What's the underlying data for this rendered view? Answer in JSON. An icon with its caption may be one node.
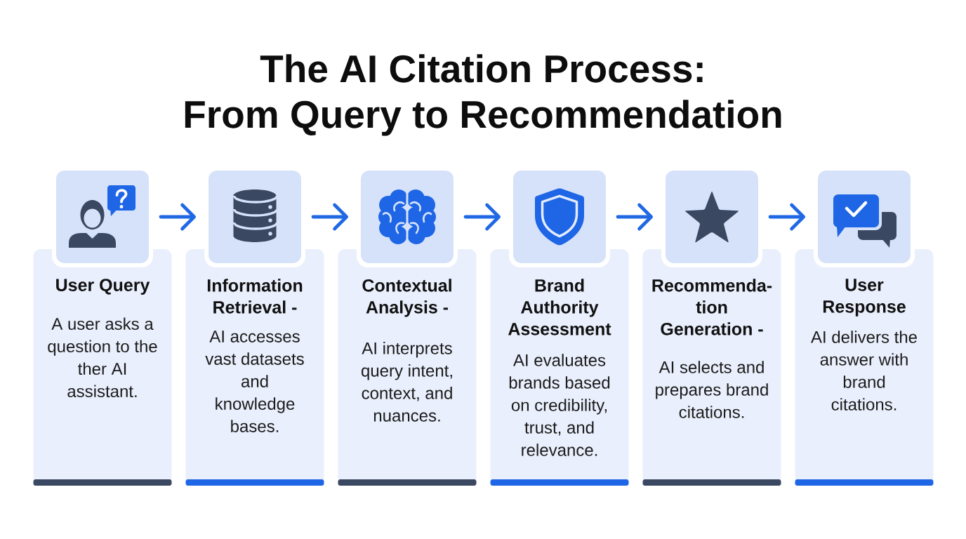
{
  "diagram": {
    "title": "The AI Citation Process: From Query to Recommendation",
    "nodes": [
      {
        "text": [],
        "shape": "picture"
      },
      {
        "text": [
          "User Query",
          "A user asks a question to the ther AI assistant."
        ]
      },
      {
        "text": [],
        "shape": "picture"
      },
      {
        "text": [
          "Information Retrieval -",
          "AI accesses vast datasets and knowledge bases."
        ]
      },
      {
        "text": [],
        "shape": "picture"
      },
      {
        "text": [
          "Contextual Analysis -",
          "AI interprets query intent, context, and nuances."
        ]
      },
      {
        "text": [],
        "shape": "picture"
      },
      {
        "text": [
          "Brand Authority Assessment",
          "AI evaluates brands based on credibility, trust, and relevance."
        ]
      },
      {
        "text": [],
        "shape": "picture"
      },
      {
        "text": [
          "Recommenda- tion Generation -",
          "AI selects and prepares brand citations."
        ]
      },
      {
        "text": [],
        "shape": "picture"
      },
      {
        "text": [
          "User Response",
          "AI delivers the answer with brand citations."
        ]
      }
    ],
    "edges": [
      {
        "from": 0,
        "to": 2,
        "arrow": "to"
      },
      {
        "from": 2,
        "to": 4,
        "arrow": "to"
      },
      {
        "from": 4,
        "to": 6,
        "arrow": "to"
      },
      {
        "from": 6,
        "to": 8,
        "arrow": "to"
      },
      {
        "from": 8,
        "to": 10,
        "arrow": "to"
      }
    ]
  }
}
